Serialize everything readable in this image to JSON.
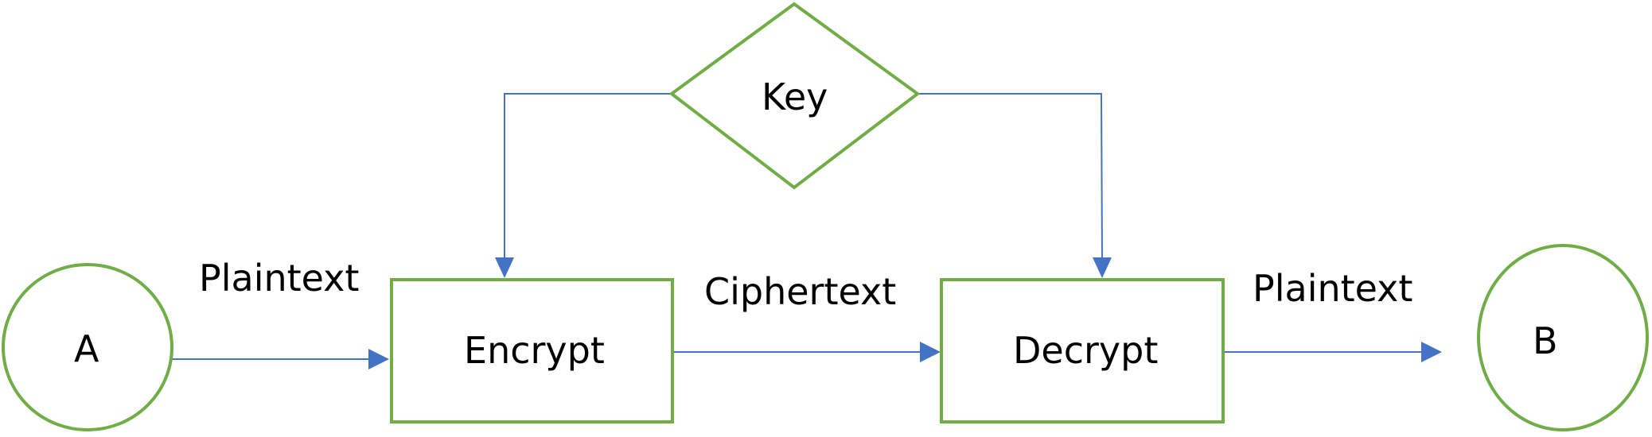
{
  "colors": {
    "node_stroke": "#70ad47",
    "edge": "#4472c4",
    "text": "#000000"
  },
  "nodes": {
    "a": "A",
    "b": "B",
    "key": "Key",
    "encrypt": "Encrypt",
    "decrypt": "Decrypt"
  },
  "edges": {
    "a_to_encrypt": "Plaintext",
    "encrypt_to_decrypt": "Ciphertext",
    "decrypt_to_b": "Plaintext"
  }
}
